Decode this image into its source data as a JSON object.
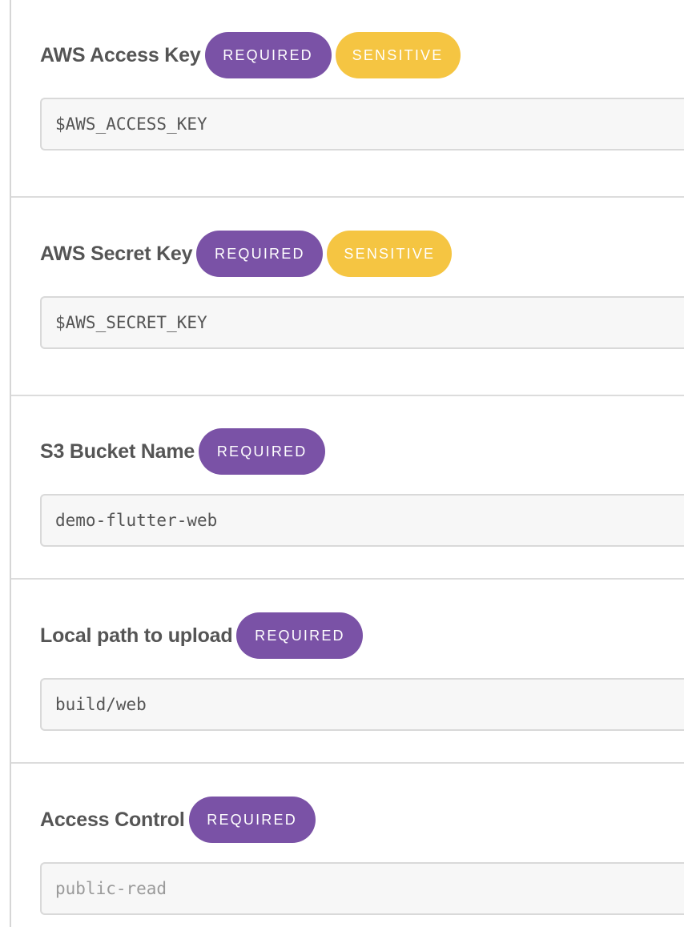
{
  "fields": [
    {
      "label": "AWS Access Key",
      "badges": {
        "required": "REQUIRED",
        "sensitive": "SENSITIVE"
      },
      "value": "$AWS_ACCESS_KEY"
    },
    {
      "label": "AWS Secret Key",
      "badges": {
        "required": "REQUIRED",
        "sensitive": "SENSITIVE"
      },
      "value": "$AWS_SECRET_KEY"
    },
    {
      "label": "S3 Bucket Name",
      "badges": {
        "required": "REQUIRED"
      },
      "value": "demo-flutter-web"
    },
    {
      "label": "Local path to upload",
      "badges": {
        "required": "REQUIRED"
      },
      "value": "build/web"
    },
    {
      "label": "Access Control",
      "badges": {
        "required": "REQUIRED"
      },
      "value": "public-read"
    }
  ],
  "colors": {
    "required_badge": "#7a52a6",
    "sensitive_badge": "#f5c542",
    "label_text": "#555555",
    "input_background": "#f7f7f7",
    "input_border": "#d9d9d9",
    "divider": "#dcdcdc"
  }
}
